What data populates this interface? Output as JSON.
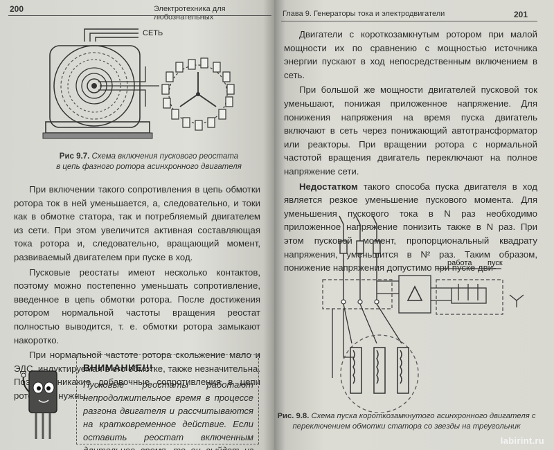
{
  "left_page": {
    "page_number": "200",
    "running_head": "Электротехника для любознательных",
    "figure_label": "СЕТЬ",
    "caption_num": "Рис 9.7.",
    "caption_text_1": "Схема включения пускового реостата",
    "caption_text_2": "в цепь фазного ротора асинхронного двигателя",
    "paragraphs": [
      "При включении такого сопротивления в цепь обмотки ротора ток в ней уменьшается, а, следовательно, и токи как в обмотке статора, так и потребляемый двигателем из сети. При этом увеличится активная составляющая тока ротора и, следовательно, вращающий момент, развиваемый двигателем при пуске в ход.",
      "Пусковые реостаты имеют несколько контактов, поэтому можно постепенно уменьшать сопротивление, введенное в цепь обмотки ротора. После достижения ротором нормальной частоты вращения реостат полностью выводится, т. е. обмотки ротора замыкают накоротко.",
      "При нормальной частоте ротора скольжение мало и ЭДС, индуктируемая в его обмотке, также незначительна. Поэтому никакие добавочные сопротивления в цепи ротора не нужны."
    ],
    "warning_title": "ВНИМАНИЕ!!!",
    "warning_text": "Пусковые реостаты работают непродолжительное время в процессе разгона двигателя и рассчитываются на кратковременное действие. Если оставить реостат включенным длительное время, то он выйдет из строя."
  },
  "right_page": {
    "page_number": "201",
    "running_head": "Глава 9. Генераторы тока и электродвигатели",
    "paragraphs": [
      "Двигатели с короткозамкнутым ротором при малой мощности их по сравнению с мощностью источника энергии пускают в ход непосредственным включением в сеть.",
      "При большой же мощности двигателей пусковой ток уменьшают, понижая приложенное напряжение. Для понижения напряжения на время пуска двигатель включают в сеть через понижающий автотрансформатор или реакторы. При вращении ротора с нормальной частотой вращения двигатель переключают на полное напряжение сети."
    ],
    "drawback_bold": "Недостатком",
    "drawback_text": " такого способа пуска двигателя в ход является резкое уменьшение пускового момента. Для уменьшения пускового тока в N раз необходимо приложенное напряжение понизить также в N раз. При этом пусковой момент, пропорциональный квадрату напряжения, уменьшится в N² раз. Таким образом, понижение напряжения допустимо при пуске дви-",
    "label_run": "работа",
    "label_start": "пуск",
    "caption_num": "Рис. 9.8.",
    "caption_text_1": "Схема пуска короткозамкнутого асинхронного двигателя с",
    "caption_text_2": "переключением обмотки статора со звезды на треугольник",
    "watermark": "labirint.ru"
  }
}
